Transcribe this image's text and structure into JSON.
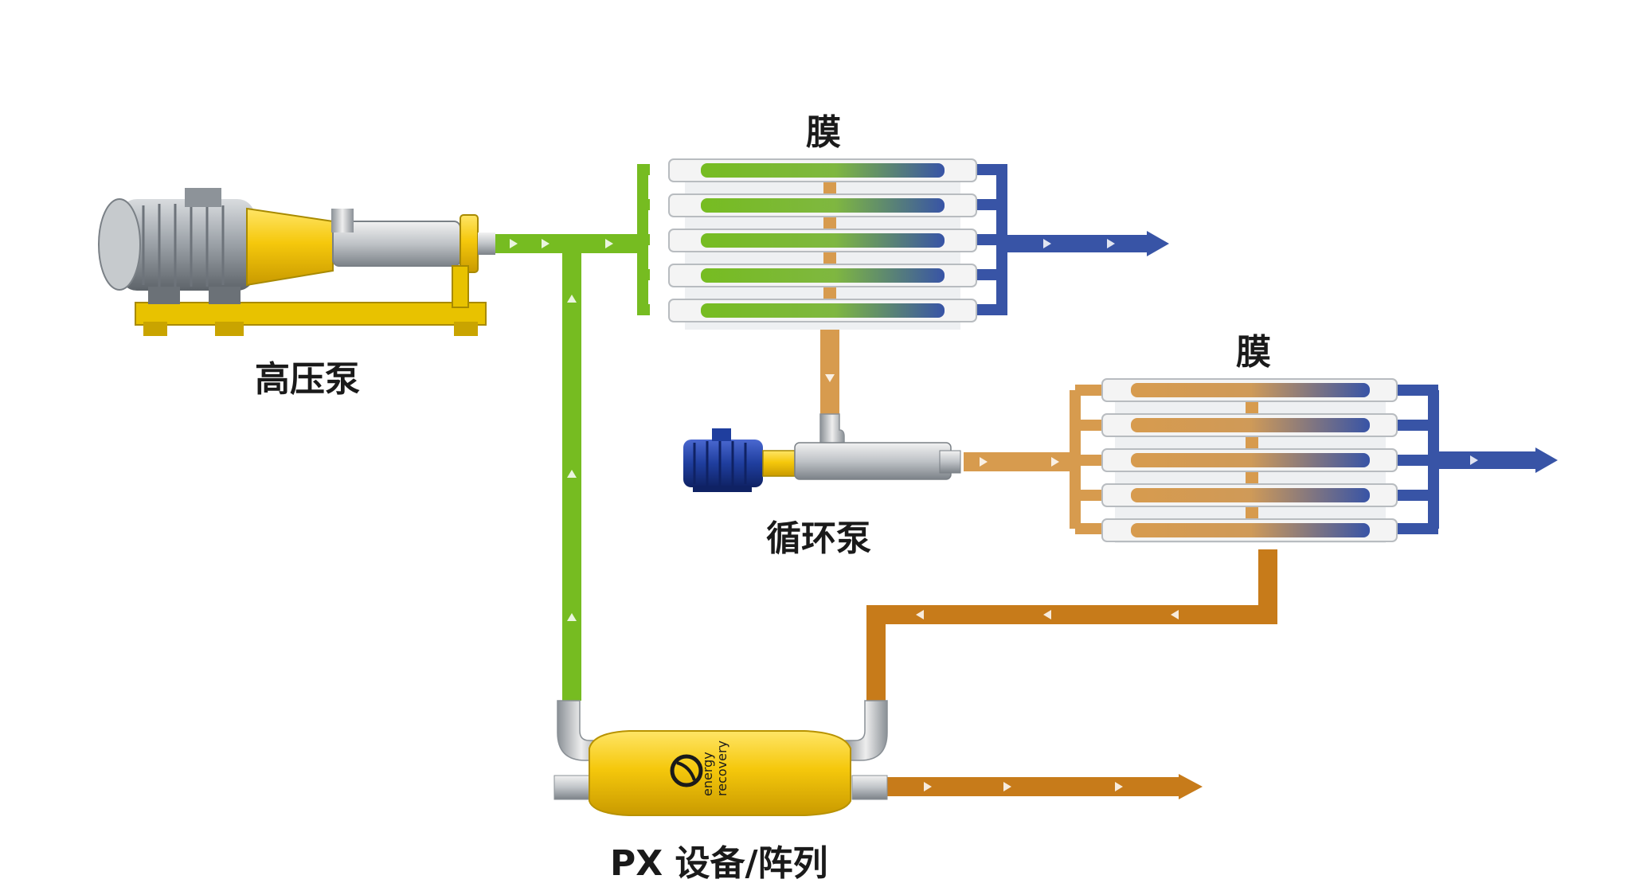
{
  "labels": {
    "high_pressure_pump": "高压泵",
    "membrane_top": "膜",
    "membrane_right": "膜",
    "circulation_pump": "循环泵",
    "px_device": "PX 设备/阵列",
    "brand_line1": "energy",
    "brand_line2": "recovery"
  },
  "colors": {
    "feed_green": "#76bc21",
    "permeate_blue": "#3854a6",
    "brine_orange": "#d79b4e",
    "concentrate_brown": "#c77b1a",
    "px_yellow": "#f5cc10",
    "motor_grey": "#9aa0a6",
    "circ_motor_blue": "#1f3e9e"
  }
}
